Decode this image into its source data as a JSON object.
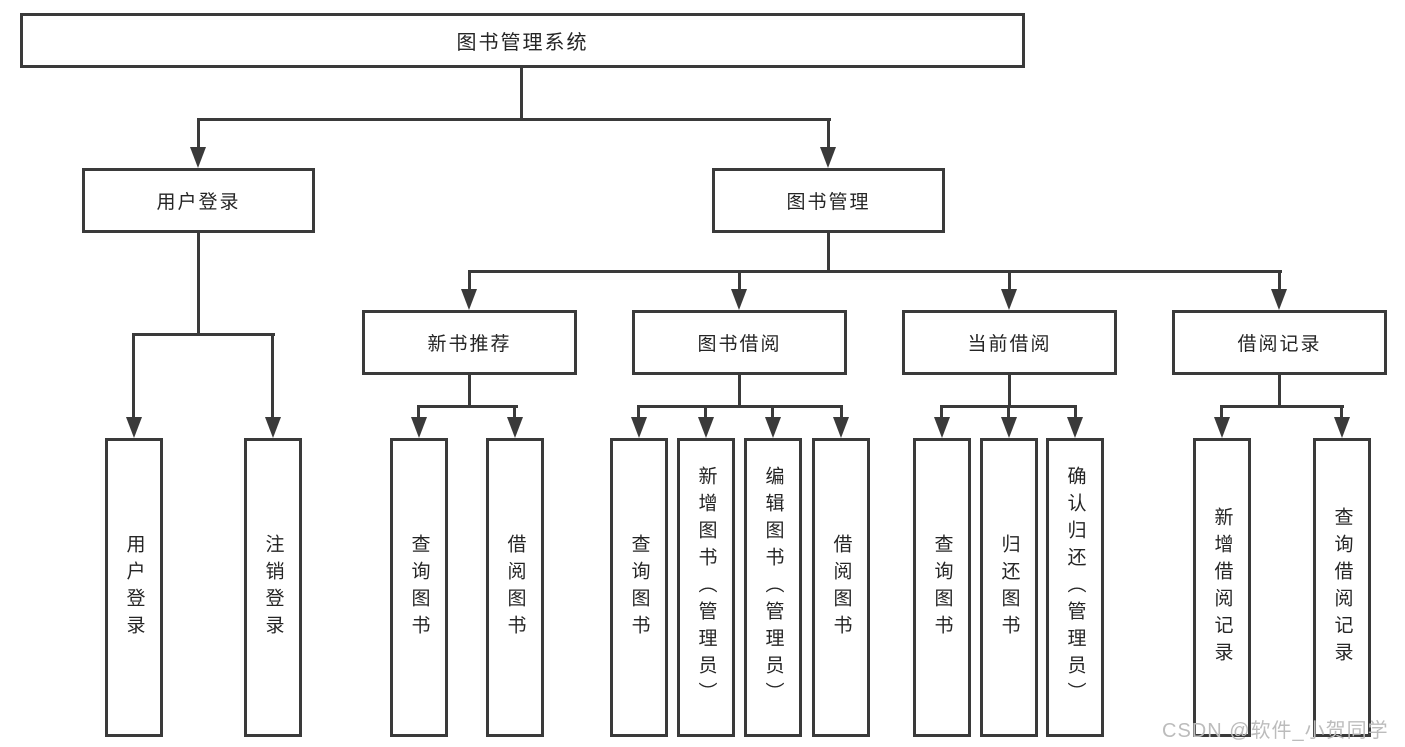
{
  "diagram": {
    "type": "hierarchy-tree",
    "title": "图书管理系统",
    "nodes": {
      "root": "图书管理系统",
      "level2": [
        "用户登录",
        "图书管理"
      ],
      "level3": [
        "新书推荐",
        "图书借阅",
        "当前借阅",
        "借阅记录"
      ],
      "leaves": [
        "用户登录",
        "注销登录",
        "查询图书",
        "借阅图书",
        "查询图书",
        "新增图书（管理员）",
        "编辑图书（管理员）",
        "借阅图书",
        "查询图书",
        "归还图书",
        "确认归还（管理员）",
        "新增借阅记录",
        "查询借阅记录"
      ]
    },
    "structure": {
      "图书管理系统": [
        "用户登录",
        "图书管理"
      ],
      "用户登录": [
        "用户登录",
        "注销登录"
      ],
      "图书管理": [
        "新书推荐",
        "图书借阅",
        "当前借阅",
        "借阅记录"
      ],
      "新书推荐": [
        "查询图书",
        "借阅图书"
      ],
      "图书借阅": [
        "查询图书",
        "新增图书（管理员）",
        "编辑图书（管理员）",
        "借阅图书"
      ],
      "当前借阅": [
        "查询图书",
        "归还图书",
        "确认归还（管理员）"
      ],
      "借阅记录": [
        "新增借阅记录",
        "查询借阅记录"
      ]
    },
    "colors": {
      "line": "#3a3a3a",
      "box_border": "#3a3a3a",
      "box_fill": "#ffffff",
      "text": "#252525",
      "background": "#ffffff",
      "watermark": "#bcbcbc"
    },
    "watermark": "CSDN @软件_小贺同学"
  }
}
